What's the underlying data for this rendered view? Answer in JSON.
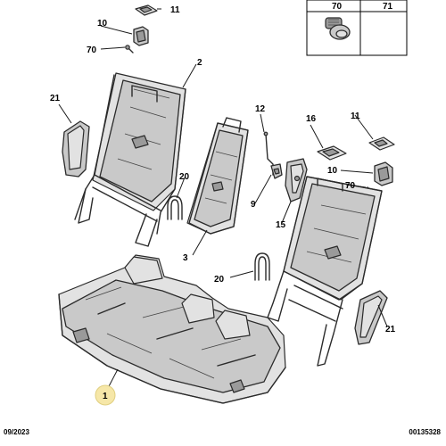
{
  "callouts": {
    "c1": "1",
    "c2": "2",
    "c3": "3",
    "c9": "9",
    "c10a": "10",
    "c10b": "10",
    "c11a": "11",
    "c11b": "11",
    "c12": "12",
    "c15": "15",
    "c16": "16",
    "c20a": "20",
    "c20b": "20",
    "c21a": "21",
    "c21b": "21",
    "c70a": "70",
    "c70b": "70"
  },
  "inset": {
    "col1": "70",
    "col2": "71"
  },
  "footer": {
    "date": "09/2023",
    "ref": "00135328"
  }
}
